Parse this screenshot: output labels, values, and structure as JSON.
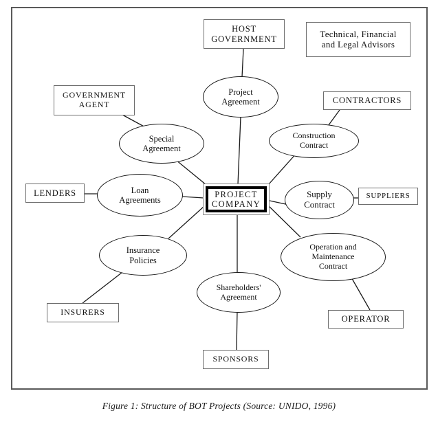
{
  "figure": {
    "caption": "Figure 1:  Structure of BOT Projects (Source: UNIDO, 1996)",
    "frame_color": "#5a5a5a",
    "background": "#ffffff"
  },
  "nodes": {
    "host_government": {
      "label": "HOST\nGOVERNMENT",
      "shape": "rectangle"
    },
    "advisors": {
      "label": "Technical, Financial\nand Legal Advisors",
      "shape": "rectangle"
    },
    "government_agent": {
      "label": "GOVERNMENT\nAGENT",
      "shape": "rectangle"
    },
    "contractors": {
      "label": "CONTRACTORS",
      "shape": "rectangle"
    },
    "lenders": {
      "label": "LENDERS",
      "shape": "rectangle"
    },
    "suppliers": {
      "label": "SUPPLIERS",
      "shape": "rectangle"
    },
    "insurers": {
      "label": "INSURERS",
      "shape": "rectangle"
    },
    "operator": {
      "label": "OPERATOR",
      "shape": "rectangle"
    },
    "sponsors": {
      "label": "SPONSORS",
      "shape": "rectangle"
    },
    "project_company": {
      "label": "PROJECT\nCOMPANY",
      "shape": "double-rectangle"
    },
    "project_agreement": {
      "label": "Project\nAgreement",
      "shape": "ellipse"
    },
    "special_agreement": {
      "label": "Special\nAgreement",
      "shape": "ellipse"
    },
    "construction_contract": {
      "label": "Construction\nContract",
      "shape": "ellipse"
    },
    "loan_agreements": {
      "label": "Loan\nAgreements",
      "shape": "ellipse"
    },
    "supply_contract": {
      "label": "Supply\nContract",
      "shape": "ellipse"
    },
    "insurance_policies": {
      "label": "Insurance\nPolicies",
      "shape": "ellipse"
    },
    "operation_maintenance": {
      "label": "Operation and\nMaintenance\nContract",
      "shape": "ellipse"
    },
    "shareholders_agreement": {
      "label": "Shareholders'\nAgreement",
      "shape": "ellipse"
    }
  },
  "edges": [
    {
      "from": "host_government",
      "to": "project_agreement"
    },
    {
      "from": "project_agreement",
      "to": "project_company"
    },
    {
      "from": "government_agent",
      "to": "special_agreement"
    },
    {
      "from": "special_agreement",
      "to": "project_company"
    },
    {
      "from": "contractors",
      "to": "construction_contract"
    },
    {
      "from": "construction_contract",
      "to": "project_company"
    },
    {
      "from": "lenders",
      "to": "loan_agreements"
    },
    {
      "from": "loan_agreements",
      "to": "project_company"
    },
    {
      "from": "project_company",
      "to": "supply_contract"
    },
    {
      "from": "supply_contract",
      "to": "suppliers"
    },
    {
      "from": "project_company",
      "to": "operation_maintenance"
    },
    {
      "from": "operation_maintenance",
      "to": "operator"
    },
    {
      "from": "project_company",
      "to": "insurance_policies"
    },
    {
      "from": "insurance_policies",
      "to": "insurers"
    },
    {
      "from": "project_company",
      "to": "shareholders_agreement"
    },
    {
      "from": "shareholders_agreement",
      "to": "sponsors"
    }
  ]
}
